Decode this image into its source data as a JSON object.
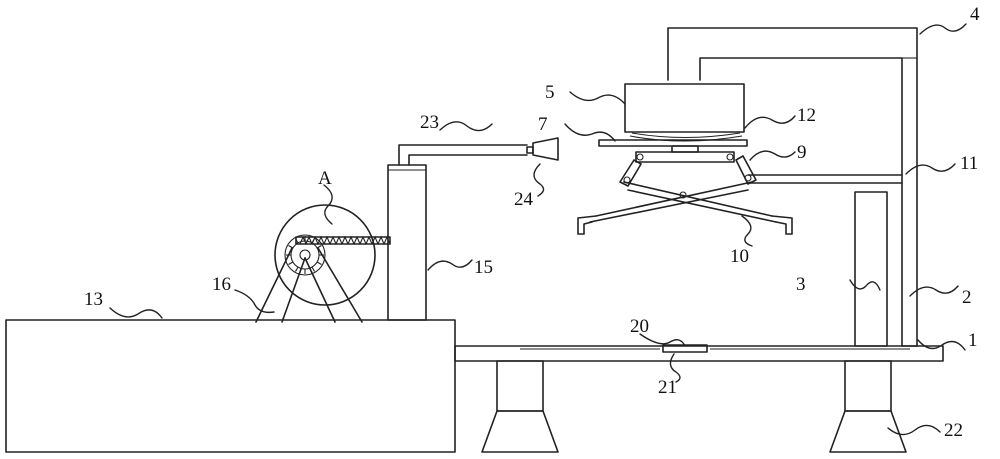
{
  "labels": {
    "l1": "1",
    "l2": "2",
    "l3": "3",
    "l4": "4",
    "l5": "5",
    "l7": "7",
    "l9": "9",
    "l10": "10",
    "l11": "11",
    "l12": "12",
    "l13": "13",
    "l15": "15",
    "l16": "16",
    "l20": "20",
    "l21": "21",
    "l22": "22",
    "l23": "23",
    "l24": "24",
    "lA": "A"
  },
  "colors": {
    "line": "#222222",
    "background": "#ffffff"
  }
}
